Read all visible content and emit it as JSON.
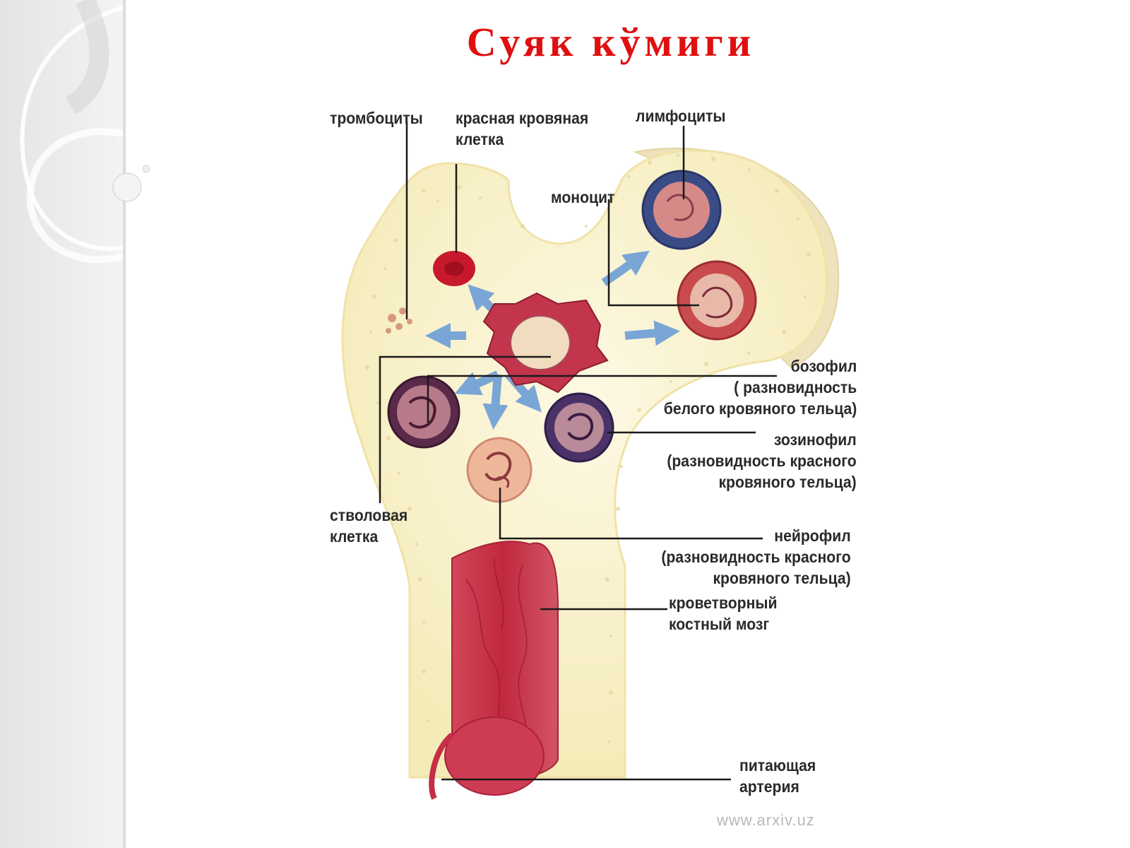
{
  "title": "Суяк кўмиги",
  "labels": {
    "thrombocytes": "тромбоциты",
    "red_cell": "красная кровяная\nклетка",
    "lymphocytes": "лимфоциты",
    "monocyte": "моноцит",
    "basophil": "бозофил\n( разновидность\nбелого кровяного тельца)",
    "eosinophil": "зозинофил\n(разновидность красного\nкровяного тельца)",
    "stem_cell": "стволовая\nклетка",
    "neutrophil": "нейрофил\n(разновидность красного\nкровяного тельца)",
    "marrow": "кроветворный\nкостный мозг",
    "artery": "питающая\nартерия"
  },
  "watermark": "www.arxiv.uz",
  "colors": {
    "title": "#e01010",
    "bone": "#fbf6d8",
    "marrow": "#c8344a",
    "arrow": "#7aa6d6"
  }
}
